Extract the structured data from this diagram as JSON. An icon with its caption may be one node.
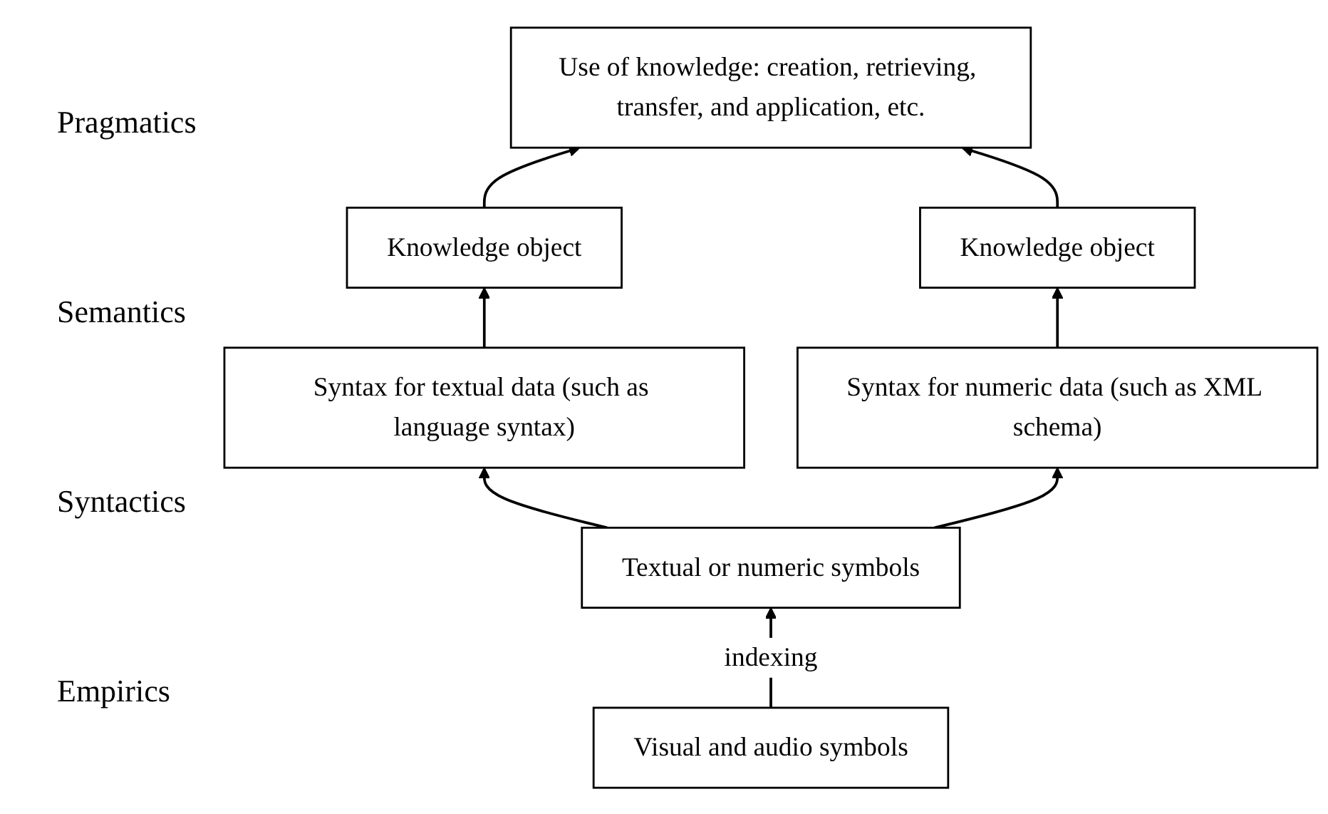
{
  "diagram": {
    "nodes": [
      {
        "text": [
          "Use of knowledge: creation, retrieving, transfer, and application, etc."
        ]
      },
      {
        "text": [
          "Knowledge object"
        ]
      },
      {
        "text": [
          "Knowledge object"
        ]
      },
      {
        "text": [
          "Syntax for textual data (such as language syntax)"
        ]
      },
      {
        "text": [
          "Syntax for numeric data (such as XML schema)"
        ]
      },
      {
        "text": [
          "Textual or numeric symbols"
        ]
      },
      {
        "text": [
          "Visual and audio symbols"
        ]
      }
    ],
    "edges": [
      {
        "from": 1,
        "to": 0,
        "arrow": "to"
      },
      {
        "from": 2,
        "to": 0,
        "arrow": "to"
      },
      {
        "from": 3,
        "to": 1,
        "arrow": "to"
      },
      {
        "from": 4,
        "to": 2,
        "arrow": "to"
      },
      {
        "from": 5,
        "to": 3,
        "arrow": "to"
      },
      {
        "from": 5,
        "to": 4,
        "arrow": "to"
      },
      {
        "from": 6,
        "to": 5,
        "arrow": "to",
        "label": "indexing"
      }
    ],
    "labels": [
      "Pragmatics",
      "Semantics",
      "Syntactics",
      "Empirics"
    ]
  }
}
